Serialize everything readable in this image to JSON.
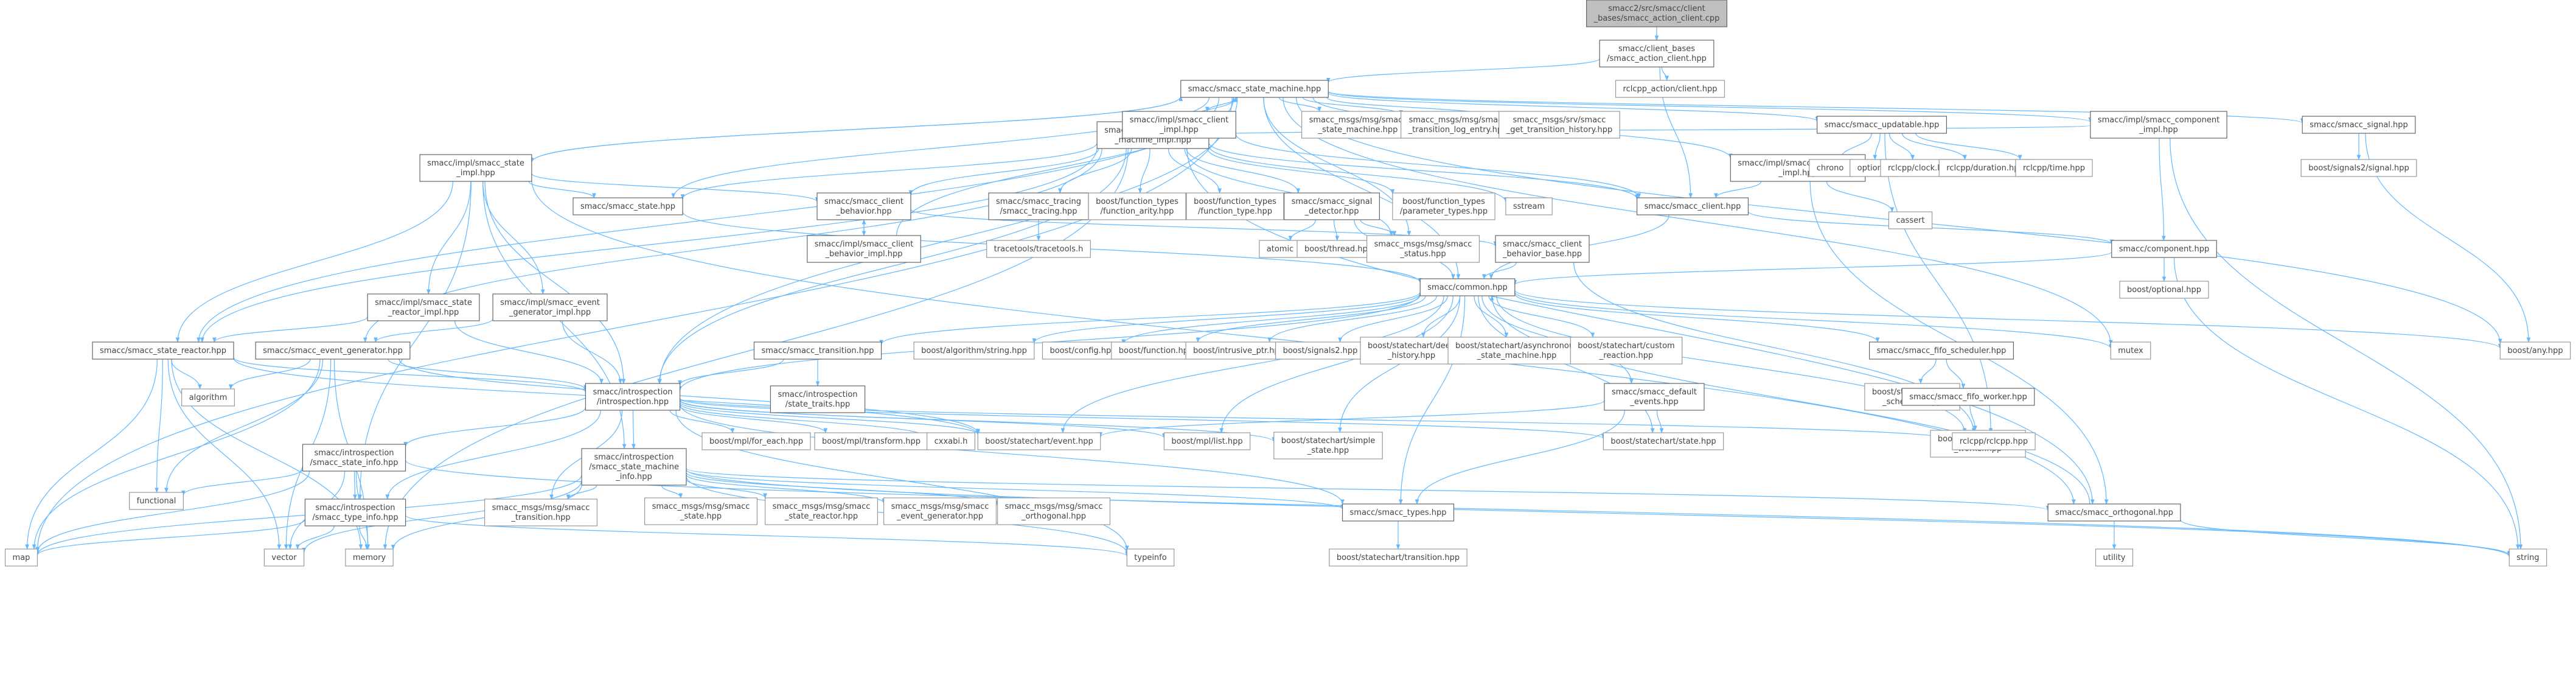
{
  "nodes": [
    {
      "id": "root",
      "lines": [
        "smacc2/src/smacc/client",
        "_bases/smacc_action_client.cpp"
      ],
      "kind": "root"
    },
    {
      "id": "action_client",
      "lines": [
        "smacc/client_bases",
        "/smacc_action_client.hpp"
      ],
      "kind": "inner"
    },
    {
      "id": "rclcpp_action",
      "lines": [
        "rclcpp_action/client.hpp"
      ],
      "kind": "leaf"
    },
    {
      "id": "state_machine",
      "lines": [
        "smacc/smacc_state_machine.hpp"
      ],
      "kind": "inner"
    },
    {
      "id": "sm_impl",
      "lines": [
        "smacc/impl/smacc_state",
        "_machine_impl.hpp"
      ],
      "kind": "inner"
    },
    {
      "id": "client_impl",
      "lines": [
        "smacc/impl/smacc_client",
        "_impl.hpp"
      ],
      "kind": "inner"
    },
    {
      "id": "msg_sm",
      "lines": [
        "smacc_msgs/msg/smacc",
        "_state_machine.hpp"
      ],
      "kind": "leaf"
    },
    {
      "id": "msg_log",
      "lines": [
        "smacc_msgs/msg/smacc",
        "_transition_log_entry.hpp"
      ],
      "kind": "leaf"
    },
    {
      "id": "srv_hist",
      "lines": [
        "smacc_msgs/srv/smacc",
        "_get_transition_history.hpp"
      ],
      "kind": "leaf"
    },
    {
      "id": "updatable",
      "lines": [
        "smacc/smacc_updatable.hpp"
      ],
      "kind": "inner"
    },
    {
      "id": "comp_impl",
      "lines": [
        "smacc/impl/smacc_component",
        "_impl.hpp"
      ],
      "kind": "inner"
    },
    {
      "id": "signal",
      "lines": [
        "smacc/smacc_signal.hpp"
      ],
      "kind": "inner"
    },
    {
      "id": "state_impl",
      "lines": [
        "smacc/impl/smacc_state",
        "_impl.hpp"
      ],
      "kind": "inner"
    },
    {
      "id": "orth_impl",
      "lines": [
        "smacc/impl/smacc_orthogonal",
        "_impl.hpp"
      ],
      "kind": "inner"
    },
    {
      "id": "chrono",
      "lines": [
        "chrono"
      ],
      "kind": "leaf"
    },
    {
      "id": "optional",
      "lines": [
        "optional"
      ],
      "kind": "leaf"
    },
    {
      "id": "rclcpp_clock",
      "lines": [
        "rclcpp/clock.hpp"
      ],
      "kind": "leaf"
    },
    {
      "id": "rclcpp_duration",
      "lines": [
        "rclcpp/duration.hpp"
      ],
      "kind": "leaf"
    },
    {
      "id": "rclcpp_time",
      "lines": [
        "rclcpp/time.hpp"
      ],
      "kind": "leaf"
    },
    {
      "id": "signals2_signal",
      "lines": [
        "boost/signals2/signal.hpp"
      ],
      "kind": "leaf"
    },
    {
      "id": "smacc_state",
      "lines": [
        "smacc/smacc_state.hpp"
      ],
      "kind": "inner"
    },
    {
      "id": "client_behavior",
      "lines": [
        "smacc/smacc_client",
        "_behavior.hpp"
      ],
      "kind": "inner"
    },
    {
      "id": "tracing",
      "lines": [
        "smacc/smacc_tracing",
        "/smacc_tracing.hpp"
      ],
      "kind": "inner"
    },
    {
      "id": "ft_arity",
      "lines": [
        "boost/function_types",
        "/function_arity.hpp"
      ],
      "kind": "leaf"
    },
    {
      "id": "ft_type",
      "lines": [
        "boost/function_types",
        "/function_type.hpp"
      ],
      "kind": "leaf"
    },
    {
      "id": "signal_detector",
      "lines": [
        "smacc/smacc_signal",
        "_detector.hpp"
      ],
      "kind": "inner"
    },
    {
      "id": "ft_params",
      "lines": [
        "boost/function_types",
        "/parameter_types.hpp"
      ],
      "kind": "leaf"
    },
    {
      "id": "sstream",
      "lines": [
        "sstream"
      ],
      "kind": "leaf"
    },
    {
      "id": "smacc_client",
      "lines": [
        "smacc/smacc_client.hpp"
      ],
      "kind": "inner"
    },
    {
      "id": "cassert",
      "lines": [
        "cassert"
      ],
      "kind": "leaf"
    },
    {
      "id": "cb_impl",
      "lines": [
        "smacc/impl/smacc_client",
        "_behavior_impl.hpp"
      ],
      "kind": "inner"
    },
    {
      "id": "tracetools",
      "lines": [
        "tracetools/tracetools.h"
      ],
      "kind": "leaf"
    },
    {
      "id": "atomic",
      "lines": [
        "atomic"
      ],
      "kind": "leaf"
    },
    {
      "id": "boost_thread",
      "lines": [
        "boost/thread.hpp"
      ],
      "kind": "leaf"
    },
    {
      "id": "msg_status",
      "lines": [
        "smacc_msgs/msg/smacc",
        "_status.hpp"
      ],
      "kind": "leaf"
    },
    {
      "id": "cb_base",
      "lines": [
        "smacc/smacc_client",
        "_behavior_base.hpp"
      ],
      "kind": "inner"
    },
    {
      "id": "component",
      "lines": [
        "smacc/component.hpp"
      ],
      "kind": "inner"
    },
    {
      "id": "boost_optional",
      "lines": [
        "boost/optional.hpp"
      ],
      "kind": "leaf"
    },
    {
      "id": "common",
      "lines": [
        "smacc/common.hpp"
      ],
      "kind": "inner"
    },
    {
      "id": "reactor_impl",
      "lines": [
        "smacc/impl/smacc_state",
        "_reactor_impl.hpp"
      ],
      "kind": "inner"
    },
    {
      "id": "evgen_impl",
      "lines": [
        "smacc/impl/smacc_event",
        "_generator_impl.hpp"
      ],
      "kind": "inner"
    },
    {
      "id": "state_reactor",
      "lines": [
        "smacc/smacc_state_reactor.hpp"
      ],
      "kind": "inner"
    },
    {
      "id": "event_generator",
      "lines": [
        "smacc/smacc_event_generator.hpp"
      ],
      "kind": "inner"
    },
    {
      "id": "transition",
      "lines": [
        "smacc/smacc_transition.hpp"
      ],
      "kind": "inner"
    },
    {
      "id": "algo_string",
      "lines": [
        "boost/algorithm/string.hpp"
      ],
      "kind": "leaf"
    },
    {
      "id": "boost_config",
      "lines": [
        "boost/config.hpp"
      ],
      "kind": "leaf"
    },
    {
      "id": "boost_function",
      "lines": [
        "boost/function.hpp"
      ],
      "kind": "leaf"
    },
    {
      "id": "intrusive_ptr",
      "lines": [
        "boost/intrusive_ptr.hpp"
      ],
      "kind": "leaf"
    },
    {
      "id": "signals2",
      "lines": [
        "boost/signals2.hpp"
      ],
      "kind": "leaf"
    },
    {
      "id": "deep_history",
      "lines": [
        "boost/statechart/deep",
        "_history.hpp"
      ],
      "kind": "leaf"
    },
    {
      "id": "async_sm",
      "lines": [
        "boost/statechart/asynchronous",
        "_state_machine.hpp"
      ],
      "kind": "leaf"
    },
    {
      "id": "custom_reaction",
      "lines": [
        "boost/statechart/custom",
        "_reaction.hpp"
      ],
      "kind": "leaf"
    },
    {
      "id": "fifo_scheduler",
      "lines": [
        "smacc/smacc_fifo_scheduler.hpp"
      ],
      "kind": "inner"
    },
    {
      "id": "mutex",
      "lines": [
        "mutex"
      ],
      "kind": "leaf"
    },
    {
      "id": "boost_any",
      "lines": [
        "boost/any.hpp"
      ],
      "kind": "leaf"
    },
    {
      "id": "introspection",
      "lines": [
        "smacc/introspection",
        "/introspection.hpp"
      ],
      "kind": "inner"
    },
    {
      "id": "algorithm",
      "lines": [
        "algorithm"
      ],
      "kind": "leaf"
    },
    {
      "id": "state_traits",
      "lines": [
        "smacc/introspection",
        "/state_traits.hpp"
      ],
      "kind": "inner"
    },
    {
      "id": "default_events",
      "lines": [
        "smacc/smacc_default",
        "_events.hpp"
      ],
      "kind": "inner"
    },
    {
      "id": "sc_fifo_scheduler",
      "lines": [
        "boost/statechart/fifo",
        "_scheduler.hpp"
      ],
      "kind": "leaf"
    },
    {
      "id": "fifo_worker",
      "lines": [
        "smacc/smacc_fifo_worker.hpp"
      ],
      "kind": "inner"
    },
    {
      "id": "sc_fifo_worker",
      "lines": [
        "boost/statechart/fifo",
        "_worker.hpp"
      ],
      "kind": "leaf"
    },
    {
      "id": "state_info",
      "lines": [
        "smacc/introspection",
        "/smacc_state_info.hpp"
      ],
      "kind": "inner"
    },
    {
      "id": "sm_info",
      "lines": [
        "smacc/introspection",
        "/smacc_state_machine",
        "_info.hpp"
      ],
      "kind": "inner"
    },
    {
      "id": "mpl_for_each",
      "lines": [
        "boost/mpl/for_each.hpp"
      ],
      "kind": "leaf"
    },
    {
      "id": "mpl_transform",
      "lines": [
        "boost/mpl/transform.hpp"
      ],
      "kind": "leaf"
    },
    {
      "id": "cxxabi",
      "lines": [
        "cxxabi.h"
      ],
      "kind": "leaf"
    },
    {
      "id": "sc_event",
      "lines": [
        "boost/statechart/event.hpp"
      ],
      "kind": "leaf"
    },
    {
      "id": "mpl_list",
      "lines": [
        "boost/mpl/list.hpp"
      ],
      "kind": "leaf"
    },
    {
      "id": "simple_state",
      "lines": [
        "boost/statechart/simple",
        "_state.hpp"
      ],
      "kind": "leaf"
    },
    {
      "id": "sc_state",
      "lines": [
        "boost/statechart/state.hpp"
      ],
      "kind": "leaf"
    },
    {
      "id": "rclcpp",
      "lines": [
        "rclcpp/rclcpp.hpp"
      ],
      "kind": "leaf"
    },
    {
      "id": "functional",
      "lines": [
        "functional"
      ],
      "kind": "leaf"
    },
    {
      "id": "type_info",
      "lines": [
        "smacc/introspection",
        "/smacc_type_info.hpp"
      ],
      "kind": "inner"
    },
    {
      "id": "msg_state",
      "lines": [
        "smacc_msgs/msg/smacc",
        "_state.hpp"
      ],
      "kind": "leaf"
    },
    {
      "id": "msg_reactor",
      "lines": [
        "smacc_msgs/msg/smacc",
        "_state_reactor.hpp"
      ],
      "kind": "leaf"
    },
    {
      "id": "msg_evgen",
      "lines": [
        "smacc_msgs/msg/smacc",
        "_event_generator.hpp"
      ],
      "kind": "leaf"
    },
    {
      "id": "msg_orth",
      "lines": [
        "smacc_msgs/msg/smacc",
        "_orthogonal.hpp"
      ],
      "kind": "leaf"
    },
    {
      "id": "msg_transition",
      "lines": [
        "smacc_msgs/msg/smacc",
        "_transition.hpp"
      ],
      "kind": "leaf"
    },
    {
      "id": "smacc_types",
      "lines": [
        "smacc/smacc_types.hpp"
      ],
      "kind": "inner"
    },
    {
      "id": "orthogonal",
      "lines": [
        "smacc/smacc_orthogonal.hpp"
      ],
      "kind": "inner"
    },
    {
      "id": "map",
      "lines": [
        "map"
      ],
      "kind": "leaf"
    },
    {
      "id": "vector",
      "lines": [
        "vector"
      ],
      "kind": "leaf"
    },
    {
      "id": "memory",
      "lines": [
        "memory"
      ],
      "kind": "leaf"
    },
    {
      "id": "typeinfo",
      "lines": [
        "typeinfo"
      ],
      "kind": "leaf"
    },
    {
      "id": "string",
      "lines": [
        "string"
      ],
      "kind": "leaf"
    },
    {
      "id": "sc_transition",
      "lines": [
        "boost/statechart/transition.hpp"
      ],
      "kind": "leaf"
    },
    {
      "id": "utility",
      "lines": [
        "utility"
      ],
      "kind": "leaf"
    }
  ],
  "edges": [
    [
      "root",
      "action_client"
    ],
    [
      "action_client",
      "state_machine"
    ],
    [
      "action_client",
      "rclcpp_action"
    ],
    [
      "action_client",
      "smacc_client"
    ],
    [
      "state_machine",
      "client_impl"
    ],
    [
      "state_machine",
      "msg_sm"
    ],
    [
      "state_machine",
      "msg_log"
    ],
    [
      "state_machine",
      "srv_hist"
    ],
    [
      "state_machine",
      "updatable"
    ],
    [
      "state_machine",
      "comp_impl"
    ],
    [
      "state_machine",
      "signal"
    ],
    [
      "state_machine",
      "state_impl"
    ],
    [
      "state_machine",
      "orth_impl"
    ],
    [
      "state_machine",
      "smacc_state"
    ],
    [
      "state_machine",
      "common"
    ],
    [
      "state_machine",
      "state_reactor"
    ],
    [
      "state_machine",
      "introspection"
    ],
    [
      "state_machine",
      "map"
    ],
    [
      "state_machine",
      "mutex"
    ],
    [
      "state_machine",
      "boost_any"
    ],
    [
      "state_machine",
      "msg_status"
    ],
    [
      "client_impl",
      "sm_impl"
    ],
    [
      "client_impl",
      "smacc_client"
    ],
    [
      "sm_impl",
      "state_machine"
    ],
    [
      "sm_impl",
      "smacc_state"
    ],
    [
      "sm_impl",
      "client_behavior"
    ],
    [
      "sm_impl",
      "tracing"
    ],
    [
      "sm_impl",
      "ft_arity"
    ],
    [
      "sm_impl",
      "ft_type"
    ],
    [
      "sm_impl",
      "signal_detector"
    ],
    [
      "sm_impl",
      "ft_params"
    ],
    [
      "sm_impl",
      "sstream"
    ],
    [
      "sm_impl",
      "smacc_client"
    ],
    [
      "sm_impl",
      "msg_status"
    ],
    [
      "sm_impl",
      "state_reactor"
    ],
    [
      "sm_impl",
      "event_generator"
    ],
    [
      "sm_impl",
      "introspection"
    ],
    [
      "sm_impl",
      "memory"
    ],
    [
      "sm_impl",
      "orthogonal"
    ],
    [
      "state_impl",
      "state_machine"
    ],
    [
      "state_impl",
      "smacc_state"
    ],
    [
      "state_impl",
      "client_behavior"
    ],
    [
      "state_impl",
      "reactor_impl"
    ],
    [
      "state_impl",
      "evgen_impl"
    ],
    [
      "state_impl",
      "state_reactor"
    ],
    [
      "state_impl",
      "introspection"
    ],
    [
      "state_impl",
      "type_info"
    ],
    [
      "state_impl",
      "sm_info"
    ],
    [
      "state_impl",
      "orthogonal"
    ],
    [
      "comp_impl",
      "component"
    ],
    [
      "comp_impl",
      "sm_impl"
    ],
    [
      "comp_impl",
      "string"
    ],
    [
      "orth_impl",
      "smacc_client"
    ],
    [
      "orth_impl",
      "cassert"
    ],
    [
      "orth_impl",
      "orthogonal"
    ],
    [
      "updatable",
      "chrono"
    ],
    [
      "updatable",
      "optional"
    ],
    [
      "updatable",
      "rclcpp_clock"
    ],
    [
      "updatable",
      "rclcpp_duration"
    ],
    [
      "updatable",
      "rclcpp_time"
    ],
    [
      "updatable",
      "rclcpp"
    ],
    [
      "signal",
      "signals2_signal"
    ],
    [
      "signal",
      "boost_any"
    ],
    [
      "smacc_state",
      "common"
    ],
    [
      "client_behavior",
      "cb_base"
    ],
    [
      "client_behavior",
      "cb_impl"
    ],
    [
      "cb_impl",
      "client_behavior"
    ],
    [
      "cb_impl",
      "state_machine"
    ],
    [
      "tracing",
      "tracetools"
    ],
    [
      "signal_detector",
      "atomic"
    ],
    [
      "signal_detector",
      "boost_thread"
    ],
    [
      "signal_detector",
      "msg_status"
    ],
    [
      "signal_detector",
      "common"
    ],
    [
      "smacc_client",
      "common"
    ],
    [
      "smacc_client",
      "component"
    ],
    [
      "cb_base",
      "common"
    ],
    [
      "cb_base",
      "rclcpp"
    ],
    [
      "component",
      "common"
    ],
    [
      "component",
      "boost_optional"
    ],
    [
      "component",
      "string"
    ],
    [
      "reactor_impl",
      "state_reactor"
    ],
    [
      "reactor_impl",
      "introspection"
    ],
    [
      "evgen_impl",
      "event_generator"
    ],
    [
      "evgen_impl",
      "introspection"
    ],
    [
      "state_reactor",
      "algorithm"
    ],
    [
      "state_reactor",
      "functional"
    ],
    [
      "state_reactor",
      "map"
    ],
    [
      "state_reactor",
      "memory"
    ],
    [
      "state_reactor",
      "vector"
    ],
    [
      "state_reactor",
      "introspection"
    ],
    [
      "state_reactor",
      "sc_event"
    ],
    [
      "event_generator",
      "algorithm"
    ],
    [
      "event_generator",
      "functional"
    ],
    [
      "event_generator",
      "map"
    ],
    [
      "event_generator",
      "memory"
    ],
    [
      "event_generator",
      "vector"
    ],
    [
      "event_generator",
      "introspection"
    ],
    [
      "event_generator",
      "sc_event"
    ],
    [
      "common",
      "algo_string"
    ],
    [
      "common",
      "boost_config"
    ],
    [
      "common",
      "boost_function"
    ],
    [
      "common",
      "intrusive_ptr"
    ],
    [
      "common",
      "signals2"
    ],
    [
      "common",
      "deep_history"
    ],
    [
      "common",
      "async_sm"
    ],
    [
      "common",
      "custom_reaction"
    ],
    [
      "common",
      "fifo_scheduler"
    ],
    [
      "common",
      "mutex"
    ],
    [
      "common",
      "boost_any"
    ],
    [
      "common",
      "transition"
    ],
    [
      "common",
      "introspection"
    ],
    [
      "common",
      "default_events"
    ],
    [
      "common",
      "sc_event"
    ],
    [
      "common",
      "mpl_list"
    ],
    [
      "common",
      "simple_state"
    ],
    [
      "common",
      "sc_state"
    ],
    [
      "common",
      "rclcpp"
    ],
    [
      "common",
      "smacc_types"
    ],
    [
      "transition",
      "introspection"
    ],
    [
      "transition",
      "state_traits"
    ],
    [
      "fifo_scheduler",
      "sc_fifo_scheduler"
    ],
    [
      "fifo_scheduler",
      "fifo_worker"
    ],
    [
      "fifo_worker",
      "sc_fifo_worker"
    ],
    [
      "default_events",
      "sc_event"
    ],
    [
      "default_events",
      "sc_state"
    ],
    [
      "default_events",
      "smacc_types"
    ],
    [
      "introspection",
      "state_info"
    ],
    [
      "introspection",
      "sm_info"
    ],
    [
      "introspection",
      "mpl_for_each"
    ],
    [
      "introspection",
      "mpl_transform"
    ],
    [
      "introspection",
      "cxxabi"
    ],
    [
      "introspection",
      "sc_event"
    ],
    [
      "introspection",
      "mpl_list"
    ],
    [
      "introspection",
      "simple_state"
    ],
    [
      "introspection",
      "sc_state"
    ],
    [
      "introspection",
      "rclcpp"
    ],
    [
      "introspection",
      "type_info"
    ],
    [
      "introspection",
      "smacc_types"
    ],
    [
      "introspection",
      "typeinfo"
    ],
    [
      "introspection",
      "msg_transition"
    ],
    [
      "state_info",
      "functional"
    ],
    [
      "state_info",
      "type_info"
    ],
    [
      "state_info",
      "map"
    ],
    [
      "state_info",
      "memory"
    ],
    [
      "state_info",
      "vector"
    ],
    [
      "state_info",
      "string"
    ],
    [
      "sm_info",
      "msg_state"
    ],
    [
      "sm_info",
      "msg_reactor"
    ],
    [
      "sm_info",
      "msg_evgen"
    ],
    [
      "sm_info",
      "msg_orth"
    ],
    [
      "sm_info",
      "msg_transition"
    ],
    [
      "sm_info",
      "smacc_types"
    ],
    [
      "sm_info",
      "orthogonal"
    ],
    [
      "sm_info",
      "map"
    ],
    [
      "sm_info",
      "vector"
    ],
    [
      "sm_info",
      "memory"
    ],
    [
      "sm_info",
      "typeinfo"
    ],
    [
      "sm_info",
      "string"
    ],
    [
      "type_info",
      "map"
    ],
    [
      "type_info",
      "vector"
    ],
    [
      "type_info",
      "memory"
    ],
    [
      "type_info",
      "typeinfo"
    ],
    [
      "smacc_types",
      "sc_transition"
    ],
    [
      "orthogonal",
      "utility"
    ],
    [
      "orthogonal",
      "common"
    ],
    [
      "orthogonal",
      "string"
    ]
  ]
}
